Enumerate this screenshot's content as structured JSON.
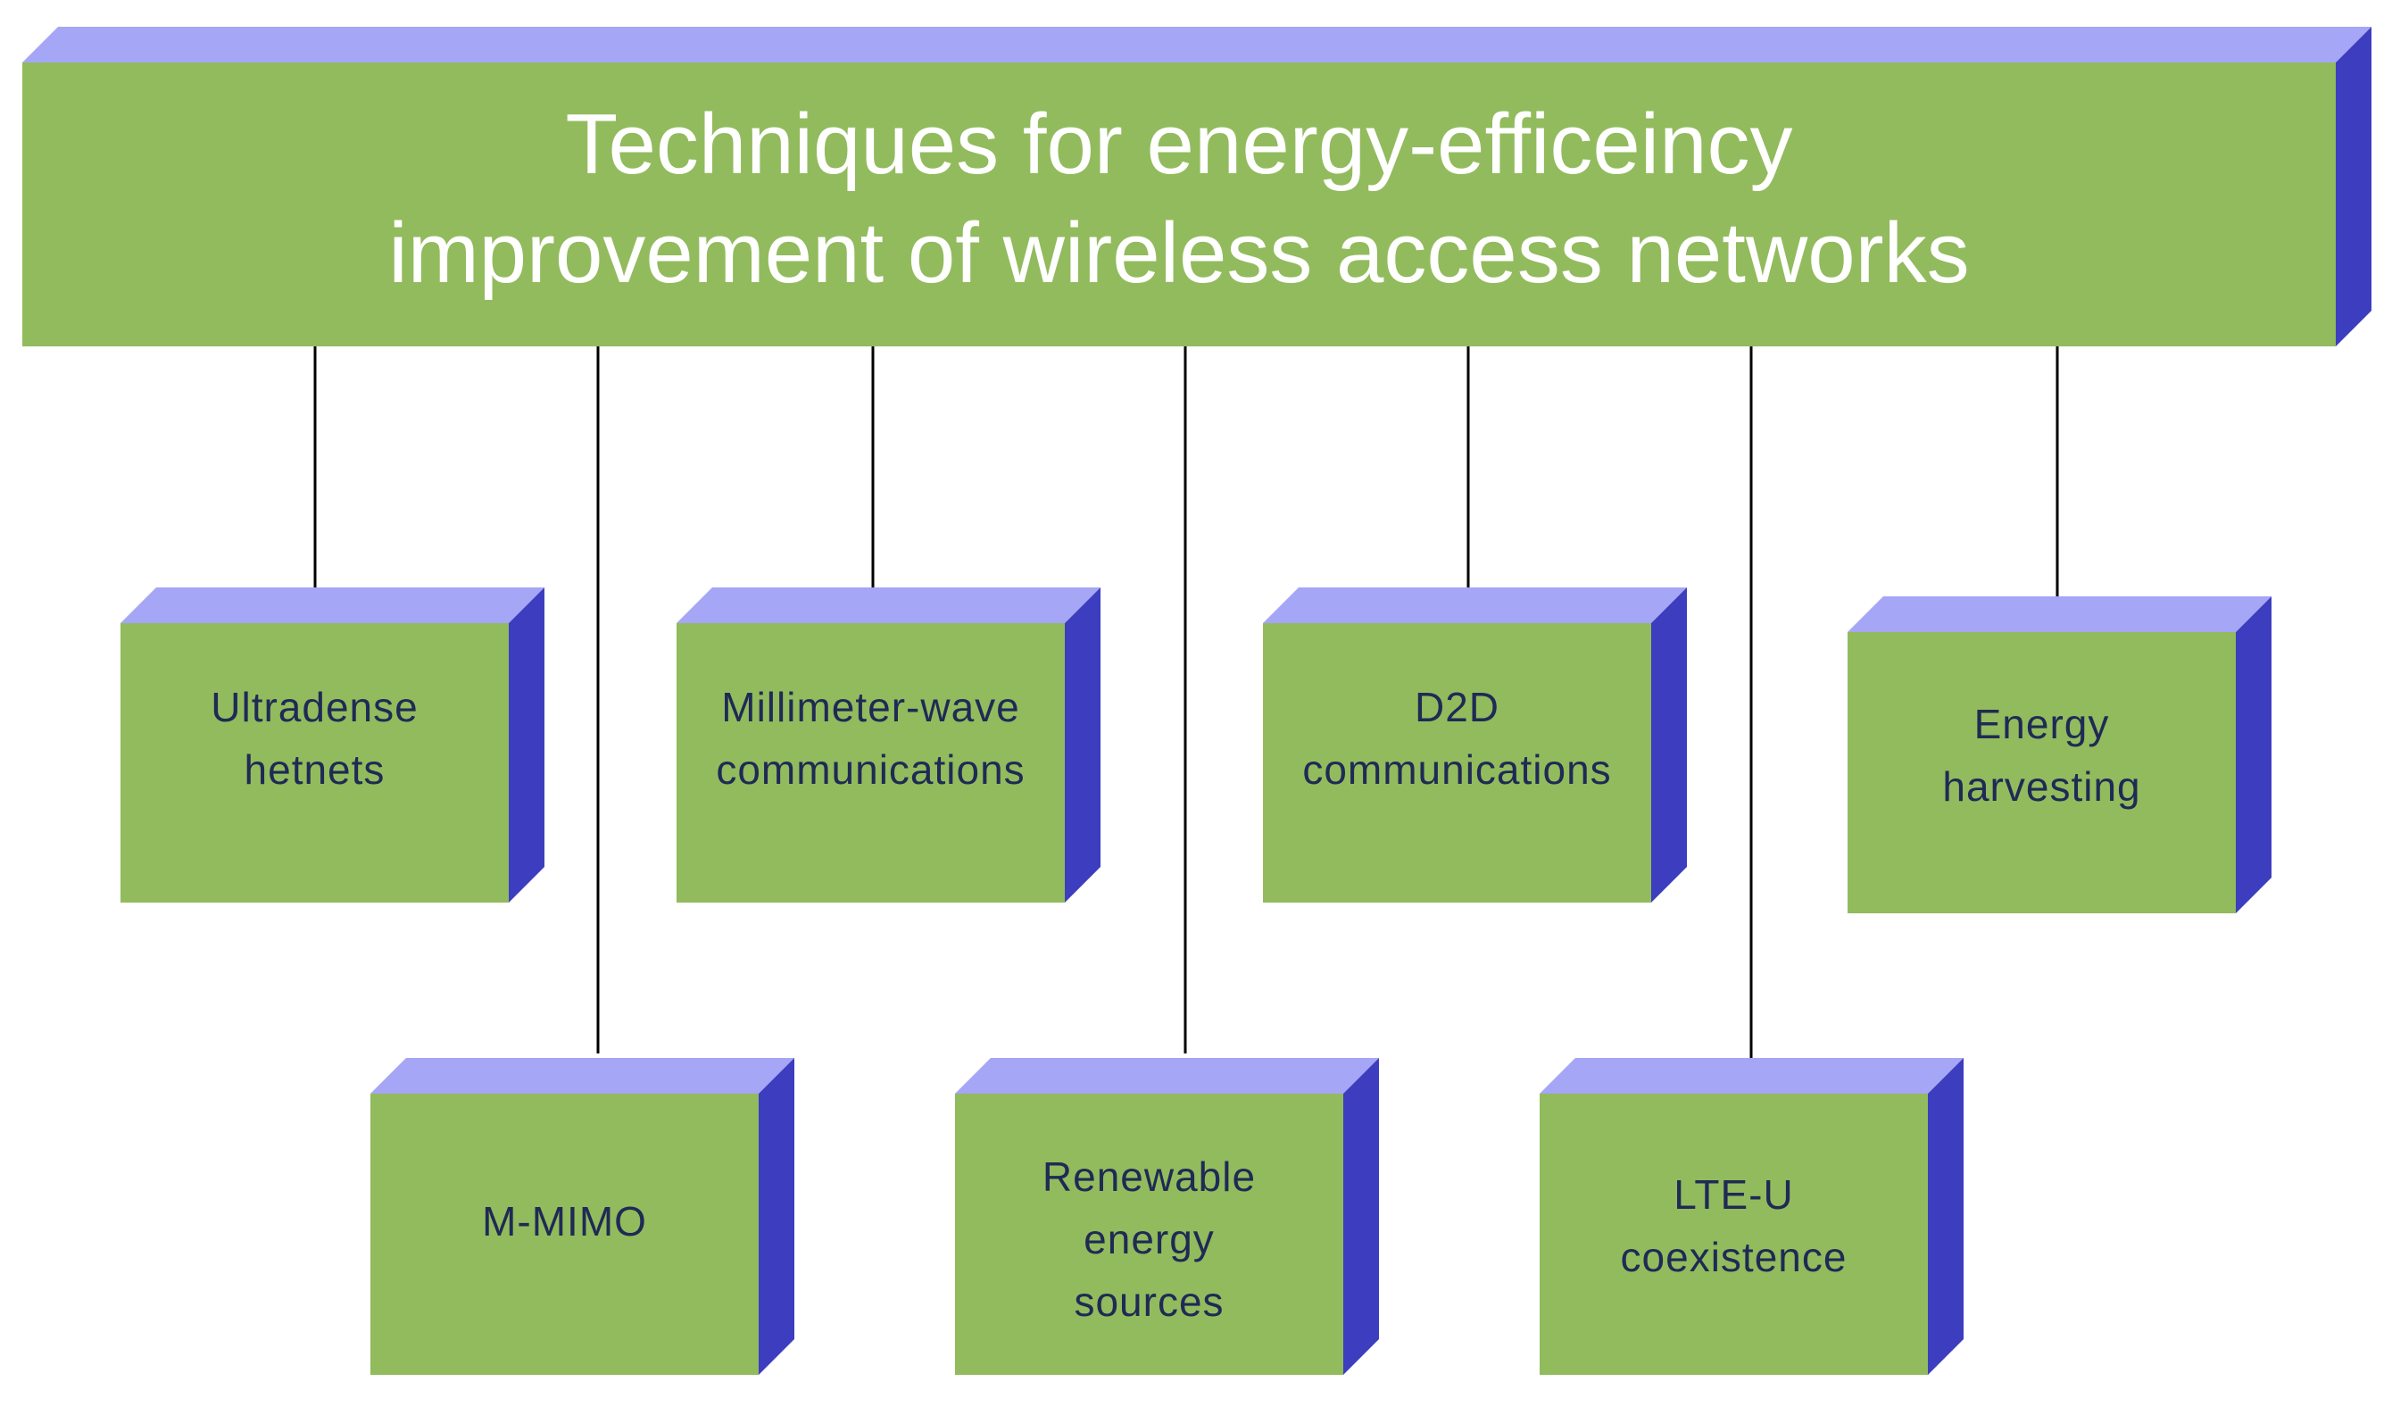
{
  "diagram": {
    "title": "Techniques for  energy-efficeincy\nimprovement of wireless access networks",
    "colors": {
      "front": "#92bb5d",
      "top": "#a6a6f6",
      "side": "#3d3dbf",
      "connector": "#000000",
      "label_text": "#1f2a55",
      "title_text": "#ffffff"
    },
    "nodes": [
      {
        "label": "Ultradense\nhetnets"
      },
      {
        "label": "M-MIMO"
      },
      {
        "label": "Millimeter-wave\ncommunications"
      },
      {
        "label": "Renewable\nenergy\nsources"
      },
      {
        "label": "D2D\ncommunications"
      },
      {
        "label": "LTE-U\ncoexistence"
      },
      {
        "label": "Energy\nharvesting"
      }
    ]
  }
}
